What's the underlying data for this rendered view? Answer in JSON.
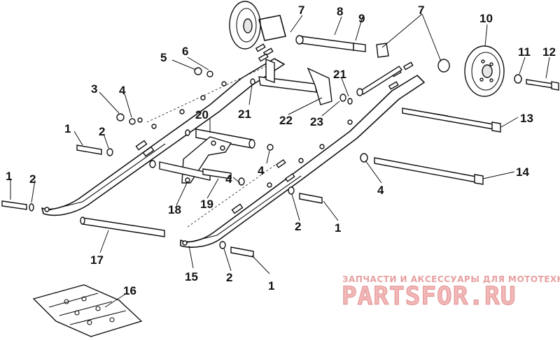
{
  "callouts": [
    {
      "id": "c7a",
      "label": "7"
    },
    {
      "id": "c8",
      "label": "8"
    },
    {
      "id": "c9",
      "label": "9"
    },
    {
      "id": "c7b",
      "label": "7"
    },
    {
      "id": "c10",
      "label": "10"
    },
    {
      "id": "c11",
      "label": "11"
    },
    {
      "id": "c12",
      "label": "12"
    },
    {
      "id": "c5",
      "label": "5"
    },
    {
      "id": "c6",
      "label": "6"
    },
    {
      "id": "c21a",
      "label": "21"
    },
    {
      "id": "c3",
      "label": "3"
    },
    {
      "id": "c4a",
      "label": "4"
    },
    {
      "id": "c21b",
      "label": "21"
    },
    {
      "id": "c22",
      "label": "22"
    },
    {
      "id": "c23",
      "label": "23"
    },
    {
      "id": "c20",
      "label": "20"
    },
    {
      "id": "c1a",
      "label": "1"
    },
    {
      "id": "c2a",
      "label": "2"
    },
    {
      "id": "c13",
      "label": "13"
    },
    {
      "id": "c4b",
      "label": "4"
    },
    {
      "id": "c14",
      "label": "14"
    },
    {
      "id": "c1b",
      "label": "1"
    },
    {
      "id": "c2b",
      "label": "2"
    },
    {
      "id": "c4c",
      "label": "4"
    },
    {
      "id": "c4d",
      "label": "4"
    },
    {
      "id": "c18",
      "label": "18"
    },
    {
      "id": "c19",
      "label": "19"
    },
    {
      "id": "c2c",
      "label": "2"
    },
    {
      "id": "c1c",
      "label": "1"
    },
    {
      "id": "c17",
      "label": "17"
    },
    {
      "id": "c15",
      "label": "15"
    },
    {
      "id": "c2d",
      "label": "2"
    },
    {
      "id": "c1d",
      "label": "1"
    },
    {
      "id": "c16",
      "label": "16"
    }
  ],
  "watermark": {
    "subtitle": "ЗАПЧАСТИ И АКСЕССУАРЫ ДЛЯ МОТОТЕХНИКИ",
    "brand": "PARTSFOR.RU"
  },
  "colors": {
    "ink": "#111111",
    "background": "#ffffff",
    "watermark": "#f2b7b7"
  }
}
